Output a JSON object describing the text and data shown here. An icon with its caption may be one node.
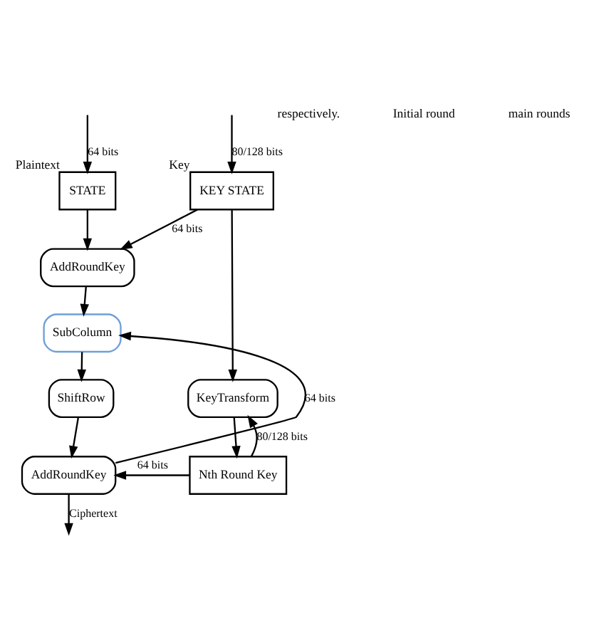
{
  "diagram": {
    "nodes": [
      {
        "text": [
          "STATE"
        ],
        "beside": [
          "Plaintext"
        ]
      },
      {
        "text": [
          "KEY STATE"
        ],
        "beside": [
          "Key"
        ]
      },
      {
        "text": [
          "AddRoundKey"
        ]
      },
      {
        "text": [
          "SubColumn"
        ]
      },
      {
        "text": [
          "ShiftRow"
        ]
      },
      {
        "text": [
          "KeyTransform"
        ]
      },
      {
        "text": [
          "Nth Round Key"
        ]
      },
      {
        "text": [
          "AddRoundKey"
        ]
      }
    ],
    "edges": [
      {
        "from": null,
        "to": 0,
        "arrow": "to",
        "label": "64 bits"
      },
      {
        "from": null,
        "to": 1,
        "arrow": "to",
        "label": "80/128 bits"
      },
      {
        "from": 0,
        "to": 2,
        "arrow": "to"
      },
      {
        "from": 1,
        "to": 2,
        "arrow": "to",
        "label": "64 bits"
      },
      {
        "from": 1,
        "to": 5,
        "arrow": "to"
      },
      {
        "from": 2,
        "to": 3,
        "arrow": "to"
      },
      {
        "from": 3,
        "to": 4,
        "arrow": "to"
      },
      {
        "from": 4,
        "to": 7,
        "arrow": "to"
      },
      {
        "from": 5,
        "to": 6,
        "arrow": "to"
      },
      {
        "from": 6,
        "to": 7,
        "arrow": "to",
        "label": "64 bits"
      },
      {
        "from": 6,
        "to": 5,
        "arrow": "to",
        "label": "80/128 bits"
      },
      {
        "from": 7,
        "to": 3,
        "arrow": "to",
        "label": "64 bits"
      },
      {
        "from": 7,
        "to": null,
        "arrow": "to",
        "label": "Ciphertext"
      }
    ],
    "labels": [
      "respectively.",
      "Initial round",
      "main rounds"
    ]
  }
}
